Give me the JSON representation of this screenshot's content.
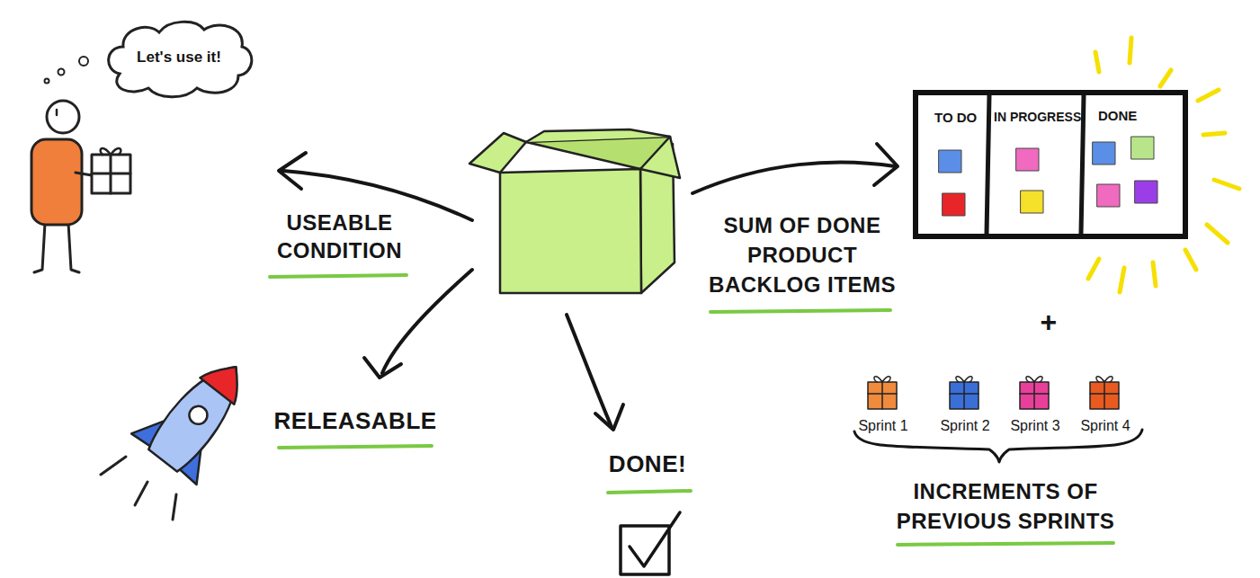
{
  "diagram": {
    "nodes": [
      {
        "text": [
          "Let's use it!"
        ]
      },
      {
        "text": [
          "TO DO",
          "IN PROGRESS",
          "DONE"
        ]
      }
    ],
    "labels": [
      "USEABLE CONDITION",
      "RELEASABLE",
      "DONE!",
      "SUM OF DONE PRODUCT BACKLOG ITEMS",
      "+",
      "Sprint 1",
      "Sprint 2",
      "Sprint 3",
      "Sprint 4",
      "INCREMENTS OF PREVIOUS SPRINTS"
    ]
  }
}
